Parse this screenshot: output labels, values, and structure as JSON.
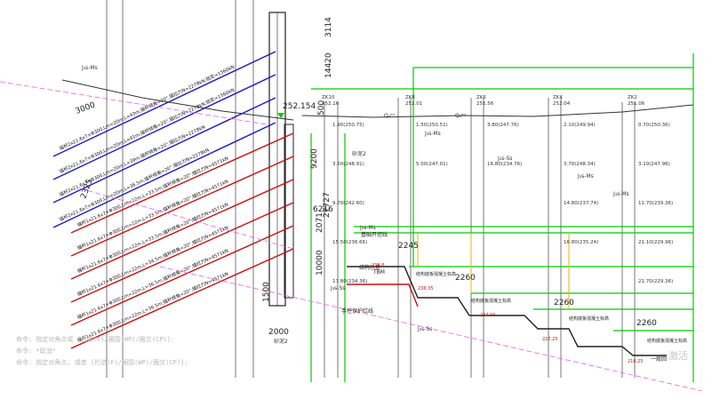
{
  "anchors": {
    "blue": [
      "锚杆2x21.6x7×Φ300,Lm=20m,L=43m,锚杆倾角=20°,锚拉力N=2278kN,锁定=1560kN",
      "锚杆2x21.6x7×Φ300,Lm=20m,L=41m,锚杆倾角=20°,锚拉力N=2278kN,锁定=1560kN",
      "锚杆2x21.6x7×Φ300,Lm=20m,L=39m,锚杆倾角=20°,锚拉力N=2278kN",
      "锚杆2x21.6x7×Φ300,Lm=20m,L=36.5m,锚杆倾角=20°,锚拉力N=2278kN"
    ],
    "red": [
      "锚杆1x21.6x7×Φ300,Lm=22m,L=33.5m,锚杆倾角=20°,锚拉力N=4571kN",
      "锚杆1x21.6x7×Φ300,Lm=22m,L=33.5m,锚杆倾角=20°,锚拉力N=4571kN",
      "锚杆1x21.6x7×Φ300,Lm=22m,L=33.5m,锚杆倾角=20°,锚拉力N=4571kN",
      "锚杆1x21.6x7×Φ300,Lm=22m,L=34.5m,锚杆倾角=20°,锚拉力N=4571kN",
      "锚杆1x21.6x7×Φ300,Lm=22m,L=36.5m,锚杆倾角=20°,锚拉力N=4571kN",
      "锚杆1x21.6x7×Φ300,Lm=22m,L=36.5m,锚杆倾角=20°,锚拉力N=4571kN"
    ]
  },
  "boreholes": [
    {
      "id": "ZK10",
      "elev": "252.16",
      "layers": [
        "1.90(250.75)",
        "3.50(248.91)",
        "9.70(242.60)",
        "15.50(236.66)",
        "17.80(234.36)"
      ]
    },
    {
      "id": "ZK8",
      "elev": "252.01",
      "layers": [
        "1.50(250.51)",
        "5.00(247.01)"
      ]
    },
    {
      "id": "ZK6",
      "elev": "251.56",
      "layers": [
        "3.80(247.76)",
        "16.80(234.76)"
      ]
    },
    {
      "id": "ZK4",
      "elev": "252.04",
      "layers": [
        "2.10(249.94)",
        "3.70(248.34)",
        "14.80(237.74)",
        "16.80(235.24)"
      ]
    },
    {
      "id": "ZK2",
      "elev": "251.06",
      "layers": [
        "0.70(250.36)",
        "3.10(247.96)",
        "11.70(239.36)",
        "21.10(229.96)",
        "21.70(229.36)"
      ]
    }
  ],
  "dims": {
    "d3114": "3114",
    "d14420": "14420",
    "d9200": "9200",
    "d500": "500",
    "d27727": "27727",
    "d6216": "6216",
    "d2071": "2071",
    "d10000": "10000",
    "d1500": "1500",
    "d2245": "2245",
    "d2260a": "2260",
    "d2260b": "2260",
    "d2260c": "2260",
    "d2000": "2000",
    "d3000": "3000",
    "d2325": "2325"
  },
  "labels": {
    "elev_top": "252.154",
    "soil_j3s": "J₃s-Ms",
    "soil_j3ss": "J₃s-Ss",
    "quaternary": "Q₄ᵐˡ",
    "sandy_clay": "砂泥2",
    "tbm": "TBM",
    "protection_line": "手控保护红线",
    "excavation_1": "基础开挖线",
    "excavation_2": "基础开挖线",
    "structure_line": "结构示意",
    "stage1": "结构底板混凝土标高",
    "stage2": "结构底板混凝土标高",
    "stage3": "结构底板混凝土标高",
    "stage4": "结构底板混凝土标高",
    "el1": "238.8",
    "el2": "236.35",
    "el3": "234.00",
    "el4": "227.25",
    "el5": "216.25",
    "bottom_text": "一般回",
    "watermark": "激活"
  },
  "command": [
    "命令: 指定对角点或 [栏选(F)/圈围(WP)/圈交(CP)]:",
    "命令: *取消*",
    "命令: 指定对角点, 或者 [栏选(F)/圈围(WP)/圈交(CP)]:"
  ],
  "colors": {
    "green": "#00cc00",
    "blue": "#1a1acc",
    "red": "#cc1111",
    "dark": "#222222",
    "magenta": "#e066e0",
    "yellow": "#e8b400"
  }
}
